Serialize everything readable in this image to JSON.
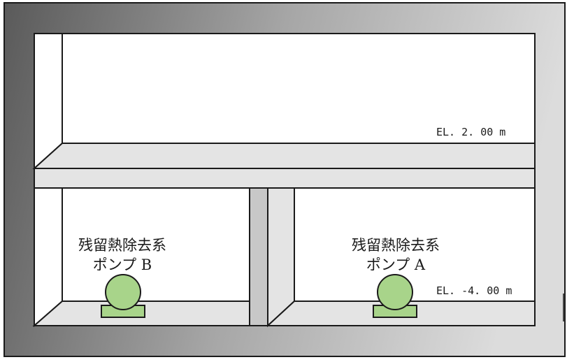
{
  "elevations": {
    "upper": "EL. 2. 00  m",
    "lower": "EL. -4. 00  m"
  },
  "pumps": [
    {
      "name": "残留熱除去系",
      "sub": "ポンプ B"
    },
    {
      "name": "残留熱除去系",
      "sub": "ポンプ A"
    }
  ],
  "colors": {
    "wall_dark": "#5a5a5a",
    "wall_light": "#d8d8d8",
    "slab": "#e4e4e4",
    "pump_fill": "#a8d48a",
    "pump_stroke": "#1a1a1a",
    "room_fill": "#ffffff"
  }
}
